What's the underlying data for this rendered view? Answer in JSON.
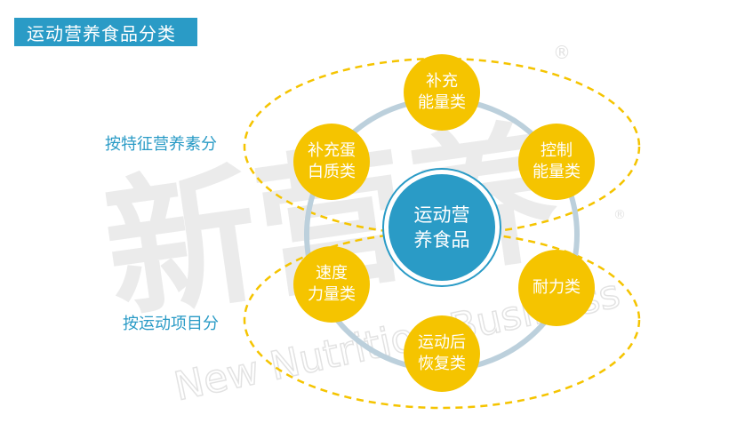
{
  "header": {
    "title": "运动营养食品分类"
  },
  "labels": {
    "by_features": "按特征营养素分",
    "by_sports": "按运动项目分"
  },
  "watermark": {
    "main": "新营养",
    "sub": "New Nutrition Business",
    "mark": "®"
  },
  "diagram": {
    "center": {
      "line1": "运动营",
      "line2": "养食品"
    },
    "nodes": [
      {
        "line1": "补充",
        "line2": "能量类"
      },
      {
        "line1": "控制",
        "line2": "能量类"
      },
      {
        "line1": "耐力类",
        "line2": ""
      },
      {
        "line1": "运动后",
        "line2": "恢复类"
      },
      {
        "line1": "速度",
        "line2": "力量类"
      },
      {
        "line1": "补充蛋",
        "line2": "白质类"
      }
    ]
  },
  "colors": {
    "title_bg": "#2a9bc6",
    "label_text": "#2a9bc6",
    "node_fill": "#f5c400",
    "center_fill": "#2a9bc6",
    "ring": "#bcd0dc",
    "dashed": "#f5c400"
  }
}
